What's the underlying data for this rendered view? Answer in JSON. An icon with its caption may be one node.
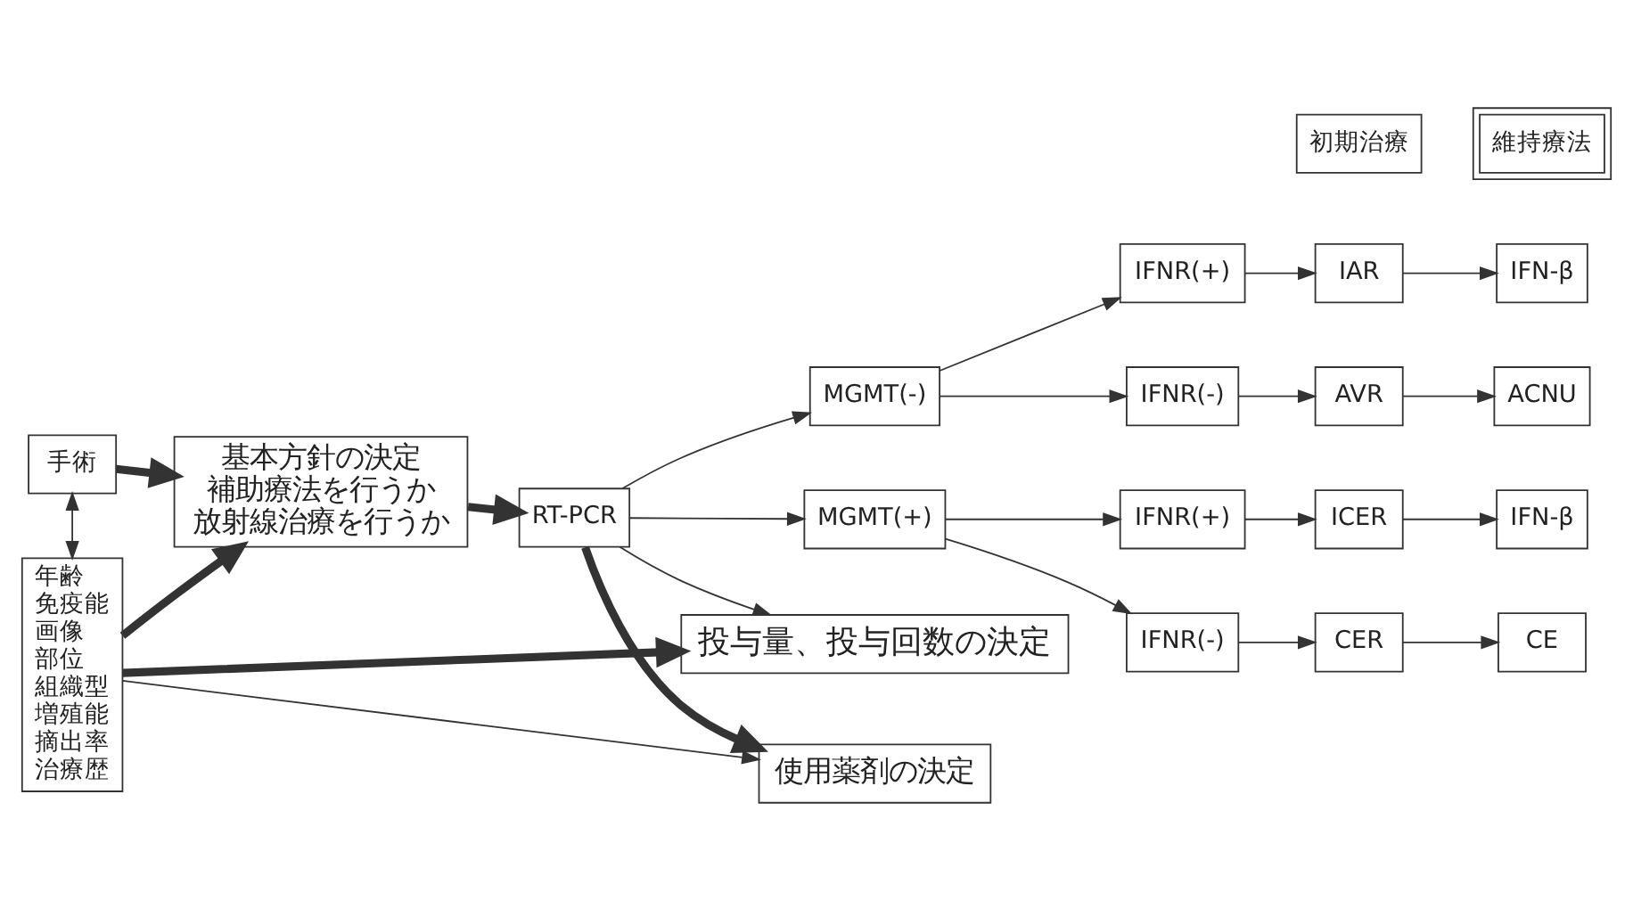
{
  "diagram": {
    "nodes": [
      {
        "text": [
          "手術"
        ]
      },
      {
        "text": [
          "基本方針の決定",
          "補助療法を行うか",
          "放射線治療を行うか"
        ]
      },
      {
        "text": [
          "年齢",
          "免疫能",
          "画像",
          "部位",
          "組織型",
          "増殖能",
          "摘出率",
          "治療歴"
        ]
      },
      {
        "text": [
          "RT-PCR"
        ]
      },
      {
        "text": [
          "MGMT(-)"
        ]
      },
      {
        "text": [
          "MGMT(+)"
        ]
      },
      {
        "text": [
          "使用薬剤の決定"
        ]
      },
      {
        "text": [
          "投与量、投与回数の決定"
        ]
      },
      {
        "text": [
          "IFNR(+)"
        ]
      },
      {
        "text": [
          "IAR"
        ]
      },
      {
        "text": [
          "IFN-β"
        ]
      },
      {
        "text": [
          "IFNR(-)"
        ]
      },
      {
        "text": [
          "AVR"
        ]
      },
      {
        "text": [
          "ACNU"
        ]
      },
      {
        "text": [
          "IFNR(+)"
        ]
      },
      {
        "text": [
          "ICER"
        ]
      },
      {
        "text": [
          "IFN-β"
        ]
      },
      {
        "text": [
          "IFNR(-)"
        ]
      },
      {
        "text": [
          "CER"
        ]
      },
      {
        "text": [
          "CE"
        ]
      },
      {
        "text": [
          "初期治療"
        ]
      },
      {
        "text": [
          "維持療法"
        ]
      }
    ],
    "edges": [
      {
        "from": 0,
        "to": 1,
        "arrow": "to",
        "style": "thick"
      },
      {
        "from": 0,
        "to": 2,
        "arrow": "both"
      },
      {
        "from": 2,
        "to": 1,
        "arrow": "to",
        "style": "thick"
      },
      {
        "from": 1,
        "to": 3,
        "arrow": "to",
        "style": "thick"
      },
      {
        "from": 3,
        "to": 4,
        "arrow": "to"
      },
      {
        "from": 3,
        "to": 5,
        "arrow": "to"
      },
      {
        "from": 3,
        "to": 6,
        "arrow": "to",
        "style": "thick"
      },
      {
        "from": 3,
        "to": 7,
        "arrow": "to"
      },
      {
        "from": 2,
        "to": 6,
        "arrow": "to"
      },
      {
        "from": 2,
        "to": 7,
        "arrow": "to",
        "style": "thick"
      },
      {
        "from": 4,
        "to": 8,
        "arrow": "to"
      },
      {
        "from": 4,
        "to": 11,
        "arrow": "to"
      },
      {
        "from": 5,
        "to": 14,
        "arrow": "to"
      },
      {
        "from": 5,
        "to": 17,
        "arrow": "to"
      },
      {
        "from": 8,
        "to": 9,
        "arrow": "to"
      },
      {
        "from": 9,
        "to": 10,
        "arrow": "to"
      },
      {
        "from": 11,
        "to": 12,
        "arrow": "to"
      },
      {
        "from": 12,
        "to": 13,
        "arrow": "to"
      },
      {
        "from": 14,
        "to": 15,
        "arrow": "to"
      },
      {
        "from": 15,
        "to": 16,
        "arrow": "to"
      },
      {
        "from": 17,
        "to": 18,
        "arrow": "to"
      },
      {
        "from": 18,
        "to": 19,
        "arrow": "to"
      }
    ]
  }
}
